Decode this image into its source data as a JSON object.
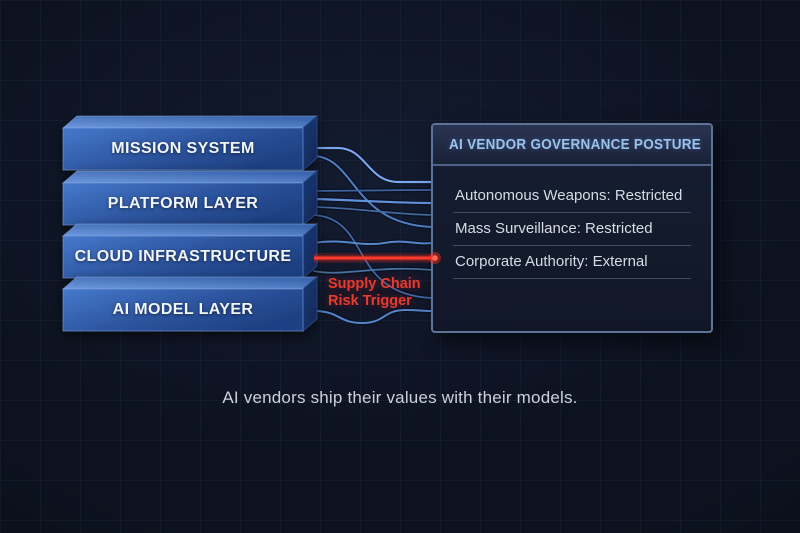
{
  "stack": {
    "boxes": [
      {
        "label": "MISSION SYSTEM"
      },
      {
        "label": "PLATFORM LAYER"
      },
      {
        "label": "CLOUD INFRASTRUCTURE"
      },
      {
        "label": "AI MODEL LAYER"
      }
    ]
  },
  "panel": {
    "title": "AI VENDOR GOVERNANCE POSTURE",
    "rows": [
      "Autonomous Weapons: Restricted",
      "Mass Surveillance: Restricted",
      "Corporate Authority: External"
    ]
  },
  "trigger": {
    "line1": "Supply Chain",
    "line2": "Risk Trigger"
  },
  "caption": "AI vendors ship their values with their models.",
  "colors": {
    "background": "#0d1220",
    "box_front_light": "#4a80d2",
    "box_front_dark": "#1f4284",
    "wire_blue": "#5d8cd8",
    "risk_red": "#f5281e",
    "panel_title": "#9cc2ee",
    "panel_border": "#5e7397"
  }
}
